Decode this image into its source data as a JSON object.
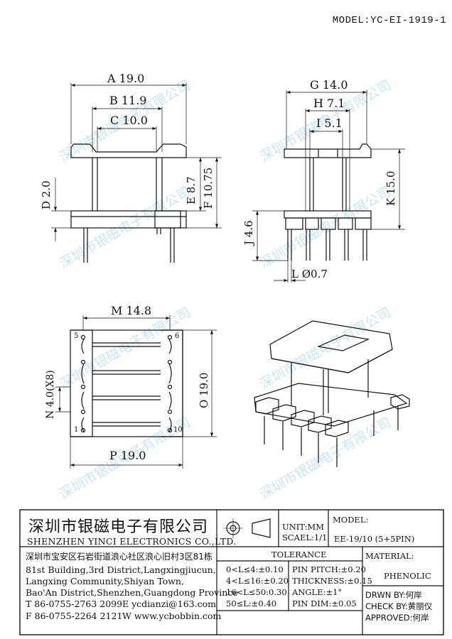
{
  "header": {
    "model": "MODEL:YC-EI-1919-1"
  },
  "watermark": "深圳市银磁电子有限公司",
  "pin_labels": {
    "p5": "5",
    "p6": "6",
    "p1": "1",
    "p10": "10"
  },
  "dims": {
    "A": "A 19.0",
    "B": "B 11.9",
    "C": "C 10.0",
    "D": "D 2.0",
    "E": "E 8.7",
    "F": "F 10.75",
    "G": "G 14.0",
    "H": "H 7.1",
    "I": "I 5.1",
    "K": "K 15.0",
    "J": "J 4.6",
    "L": "L Ø0.7",
    "M": "M 14.8",
    "N": "N 4.0(X8)",
    "O": "O 19.0",
    "P": "P 19.0"
  },
  "title_block": {
    "company_cn": "深圳市银磁电子有限公司",
    "company_en": "SHENZHEN YINCI ELECTRONICS CO.,LTD.",
    "address_cn": "深圳市宝安区石岩街道浪心社区浪心旧村3区81栋",
    "address_en": [
      "81st Building,3rd District,Langxingjiucun,",
      "Langxing Community,Shiyan Town,",
      "Bao'An District,Shenzhen,Guangdong Province"
    ],
    "tel": "T 86-0755-2763 2099",
    "fax": "F 86-0755-2264 2121",
    "email": "E ycdianzi@163.com",
    "web": "W www.ycbobbin.com",
    "unit": "UNIT:MM",
    "scale": "SCAEL:1/1",
    "model_label": "MODEL:",
    "model_value": "EE-19/10 (5+5PIN)",
    "tolerance_title": "TOLERANCE",
    "tolerances": [
      "0<L≤4:±0.10",
      "4<L≤16:±0.20",
      "16<L≤50:0.30",
      "50≤L:±0.40"
    ],
    "pin_tolerances": [
      "PIN PITCH:±0.20",
      "THICKNESS:±0.15",
      "ANGLE:±1°",
      "PIN DIM:±0.05"
    ],
    "material_label": "MATERIAL:",
    "material_value": "PHENOLIC",
    "drawn_by": "DRWN BY:何岸",
    "check_by": "CHECK BY:黄丽仪",
    "approved": "APPROVED:何岸"
  }
}
